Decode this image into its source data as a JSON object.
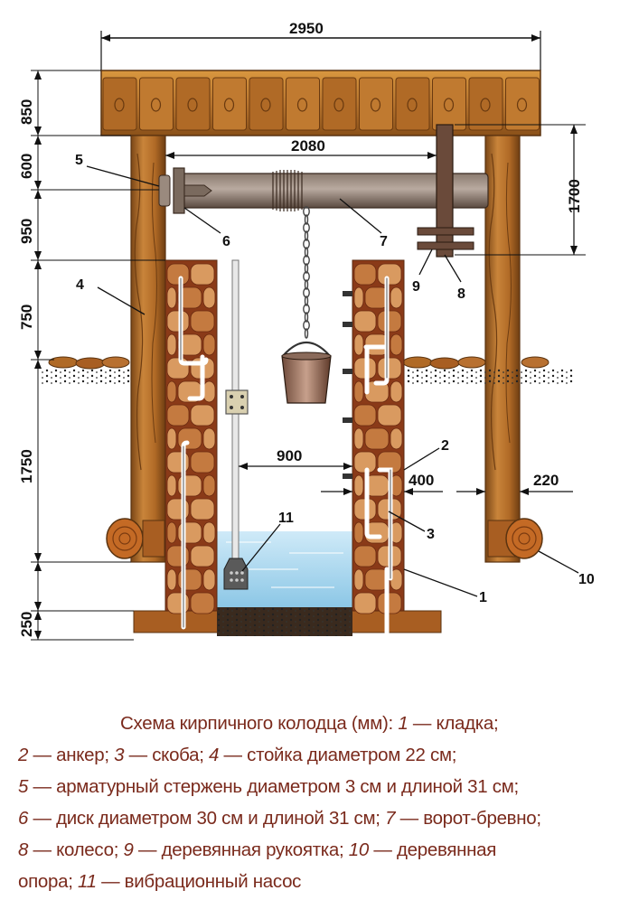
{
  "dimensions": {
    "top_width": "2950",
    "crank_span": "2080",
    "beam_height": "850",
    "upper_gap": "600",
    "crank_to_wall": "950",
    "wall_above_ground": "750",
    "underground": "1750",
    "base": "250",
    "handle_height": "1700",
    "inner_diameter": "900",
    "wall_thickness": "400",
    "post_diameter": "220"
  },
  "callouts": {
    "c1": "1",
    "c2": "2",
    "c3": "3",
    "c4": "4",
    "c5": "5",
    "c6": "6",
    "c7": "7",
    "c8": "8",
    "c9": "9",
    "c10": "10",
    "c11": "11"
  },
  "caption": {
    "l1_text": "Схема кирпичного колодца (мм): ",
    "l1_n1": "1",
    "l1_t1": " — кладка;",
    "l2_n2": "2",
    "l2_t2": " — анкер; ",
    "l2_n3": "3",
    "l2_t3": " — скоба; ",
    "l2_n4": "4",
    "l2_t4": " — стойка диаметром 22 см;",
    "l3_n5": "5",
    "l3_t5": " — арматурный стержень диаметром 3 см и длиной 31 см;",
    "l4_n6": "6",
    "l4_t6": " — диск диаметром 30 см и длиной 31 см; ",
    "l4_n7": "7",
    "l4_t7": " — ворот-бревно;",
    "l5_n8": "8",
    "l5_t8": " — колесо; ",
    "l5_n9": "9",
    "l5_t9": " — деревянная рукоятка; ",
    "l5_n10": "10",
    "l5_t10": " — деревянная",
    "l6_t10b": "опора; ",
    "l6_n11": "11",
    "l6_t11": " — вибрационный насос"
  },
  "colors": {
    "wood": "#b8752e",
    "wood_dark": "#7a4616",
    "brick": "#a8502a",
    "brick_light": "#d99a60",
    "water": "#a9d8ef",
    "caption": "#7a2a1c"
  }
}
